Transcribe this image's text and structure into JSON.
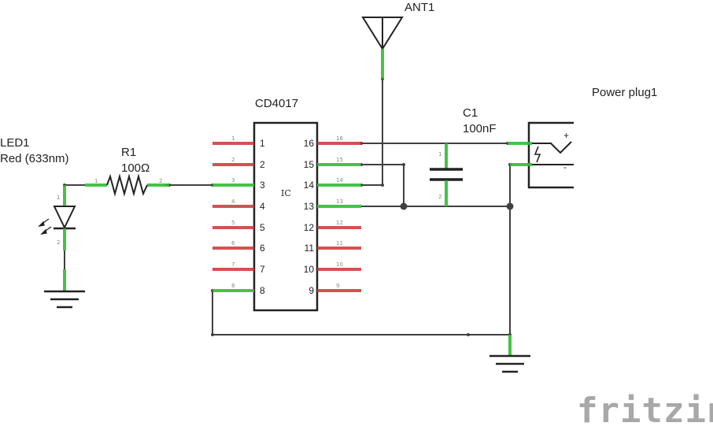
{
  "components": {
    "antenna": {
      "ref": "ANT1"
    },
    "ic": {
      "part": "CD4017",
      "body_label": "IC",
      "left_pins": [
        "1",
        "2",
        "3",
        "4",
        "5",
        "6",
        "7",
        "8"
      ],
      "right_pins": [
        "16",
        "15",
        "14",
        "13",
        "12",
        "11",
        "10",
        "9"
      ]
    },
    "led": {
      "ref": "LED1",
      "value": "Red (633nm)",
      "pin1": "1",
      "pin2": "2"
    },
    "resistor": {
      "ref": "R1",
      "value": "100Ω",
      "pin1": "1",
      "pin2": "2"
    },
    "capacitor": {
      "ref": "C1",
      "value": "100nF",
      "pin1": "1",
      "pin2": "2"
    },
    "power_plug": {
      "ref": "Power plug1",
      "plus": "+",
      "minus": "-"
    }
  },
  "colors": {
    "wire": "#404040",
    "connected_pin": "#33bb33",
    "unconnected_pin": "#cc3333",
    "watermark": "#a8a8a8"
  },
  "watermark": "fritzing"
}
